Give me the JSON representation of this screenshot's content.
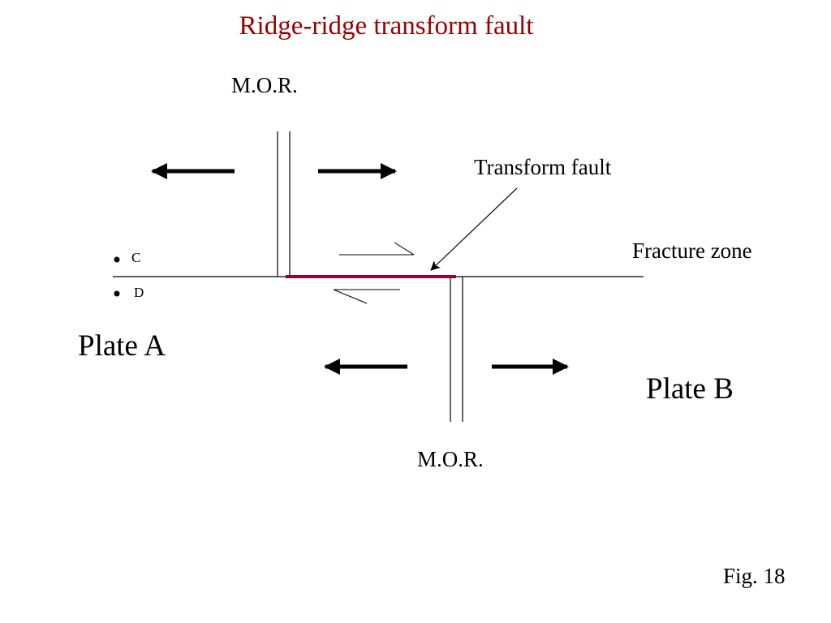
{
  "title": "Ridge-ridge transform fault",
  "labels": {
    "mor_top": "M.O.R.",
    "mor_bottom": "M.O.R.",
    "transform_fault": "Transform fault",
    "fracture_zone": "Fracture zone",
    "point_c": "C",
    "point_d": "D",
    "plate_a": "Plate A",
    "plate_b": "Plate B",
    "figure": "Fig. 18"
  },
  "colors": {
    "title": "#990000",
    "transform_fault_line": "#990033",
    "lines": "#000000"
  }
}
